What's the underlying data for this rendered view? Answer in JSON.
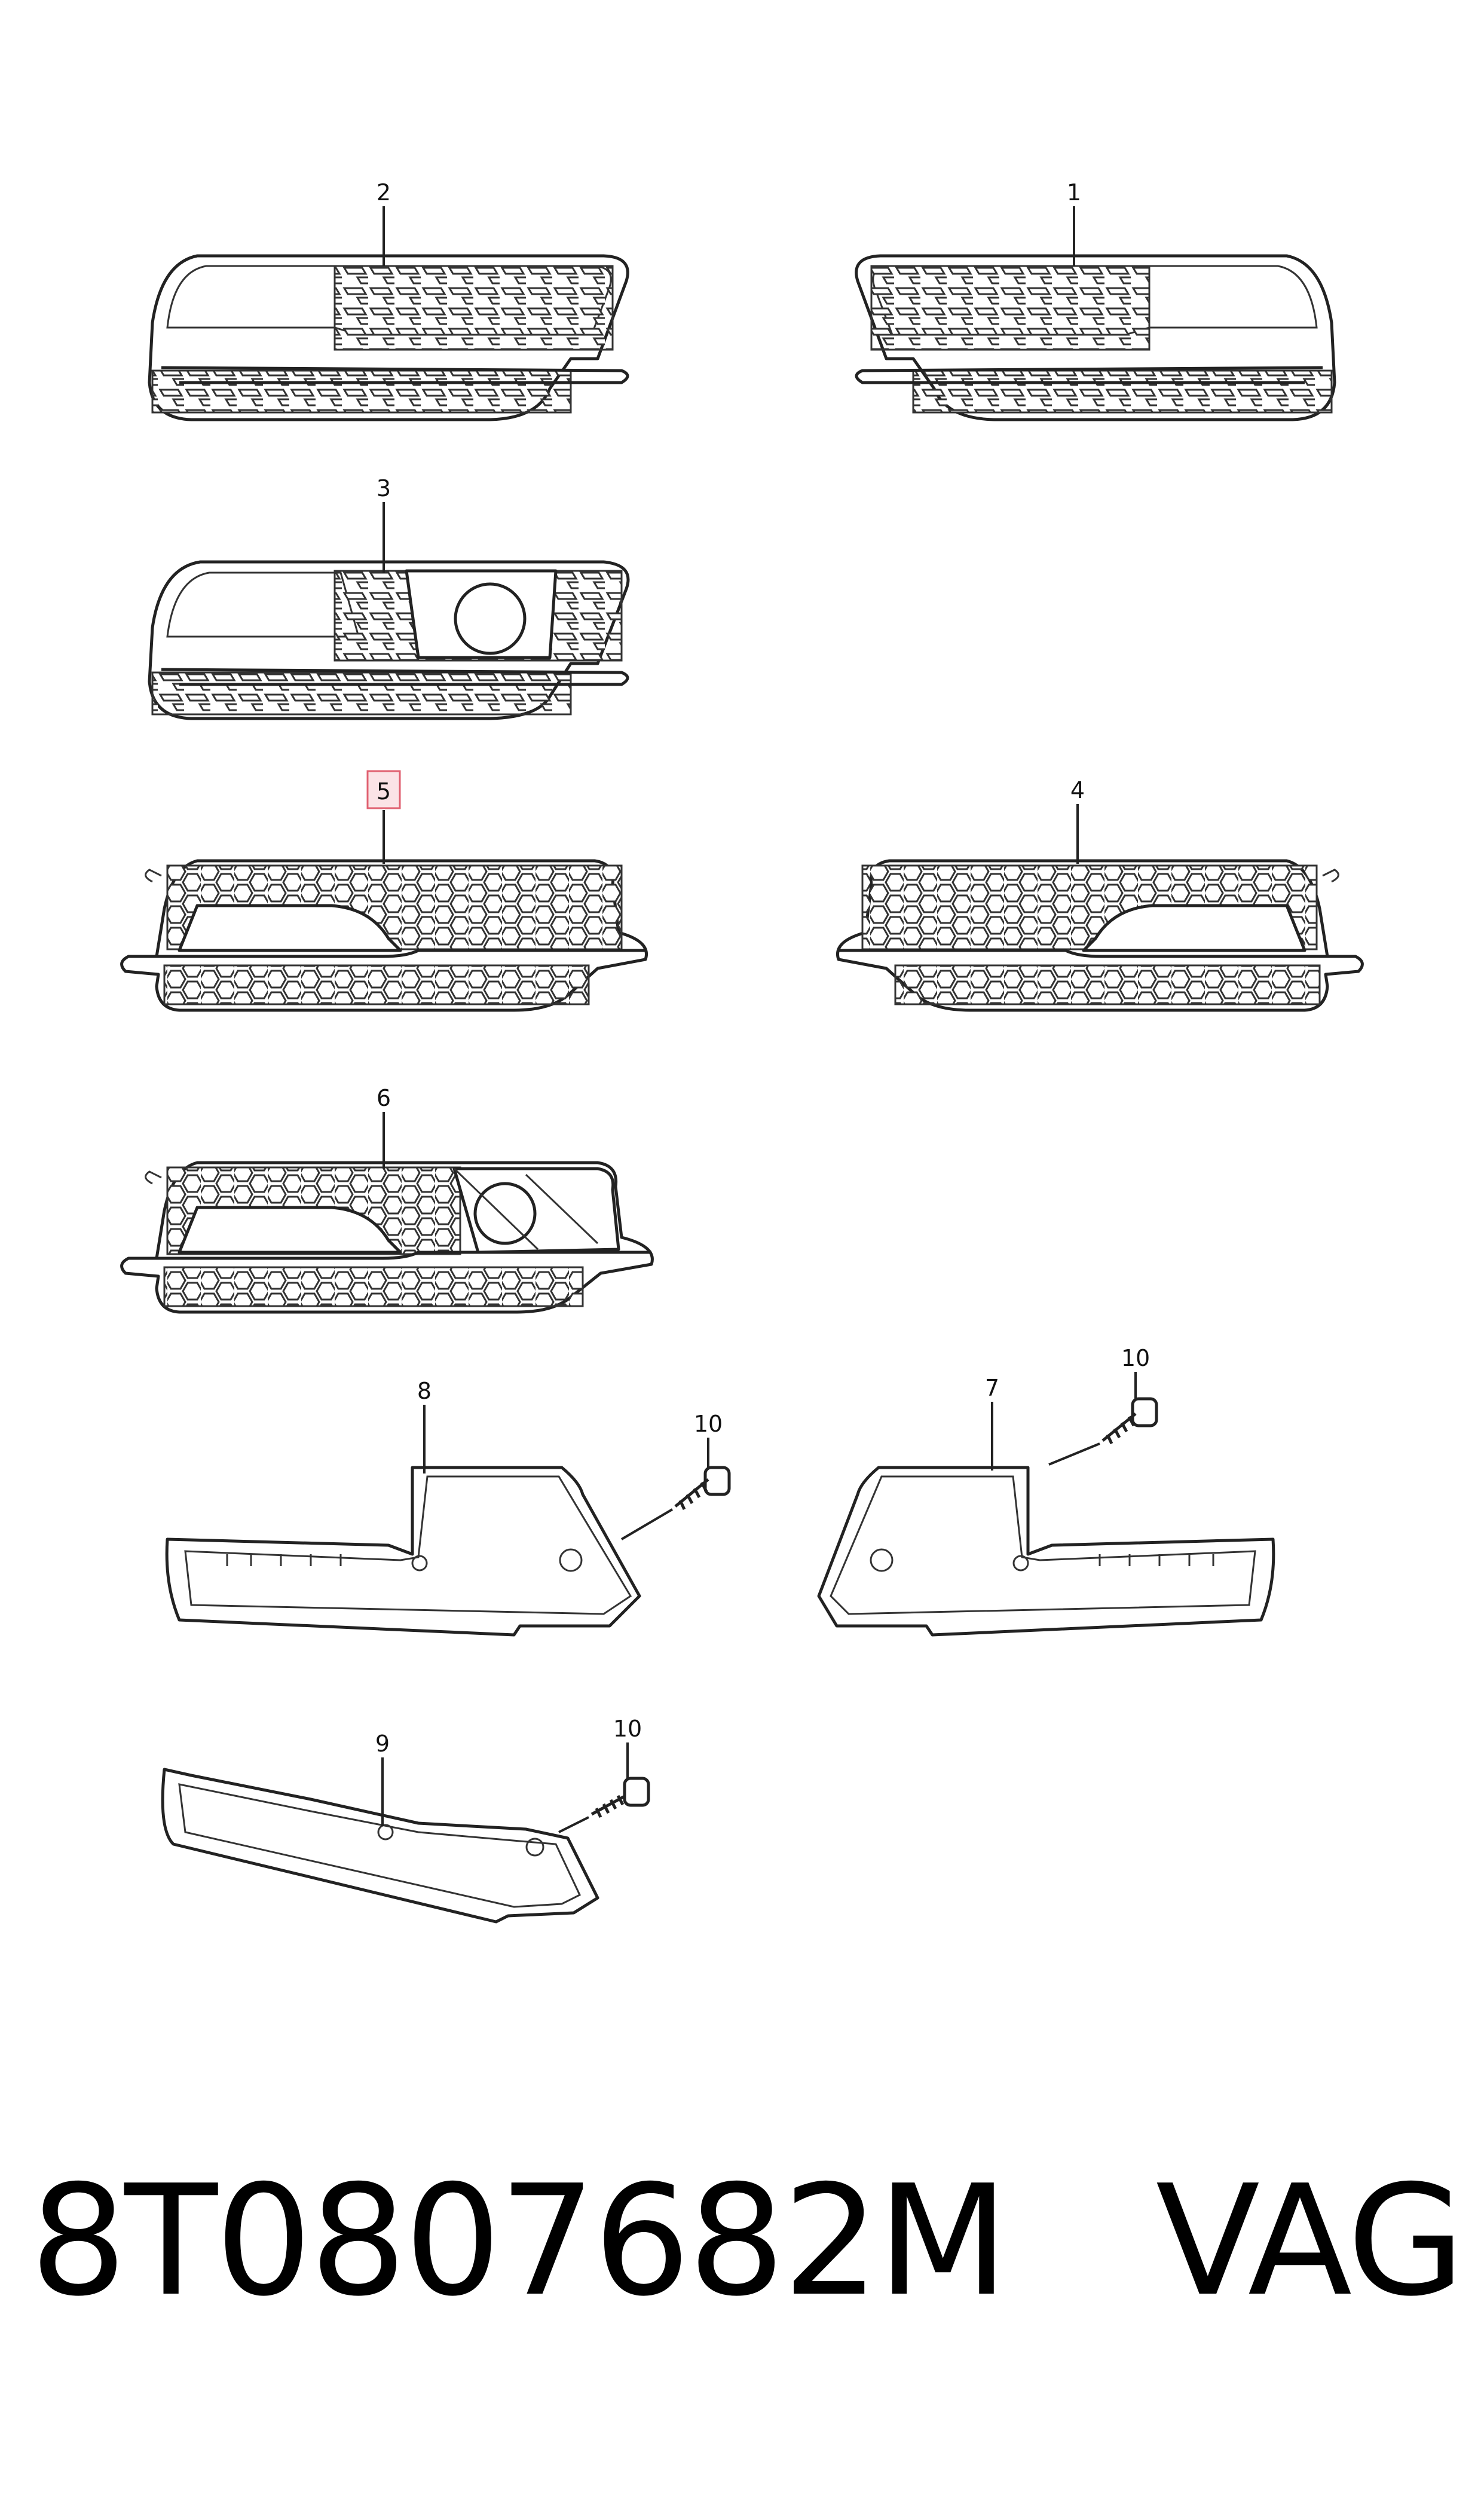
{
  "callouts": {
    "p1": "1",
    "p2": "2",
    "p3": "3",
    "p4": "4",
    "p5": "5",
    "p6": "6",
    "p7": "7",
    "p8": "8",
    "p9": "9",
    "p10a": "10",
    "p10b": "10",
    "p10c": "10"
  },
  "footer": {
    "part_number": "8T0807682M",
    "brand": "VAG"
  },
  "colors": {
    "line": "#222222",
    "highlight_border": "#e06070",
    "highlight_fill": "#fbe3e6"
  }
}
